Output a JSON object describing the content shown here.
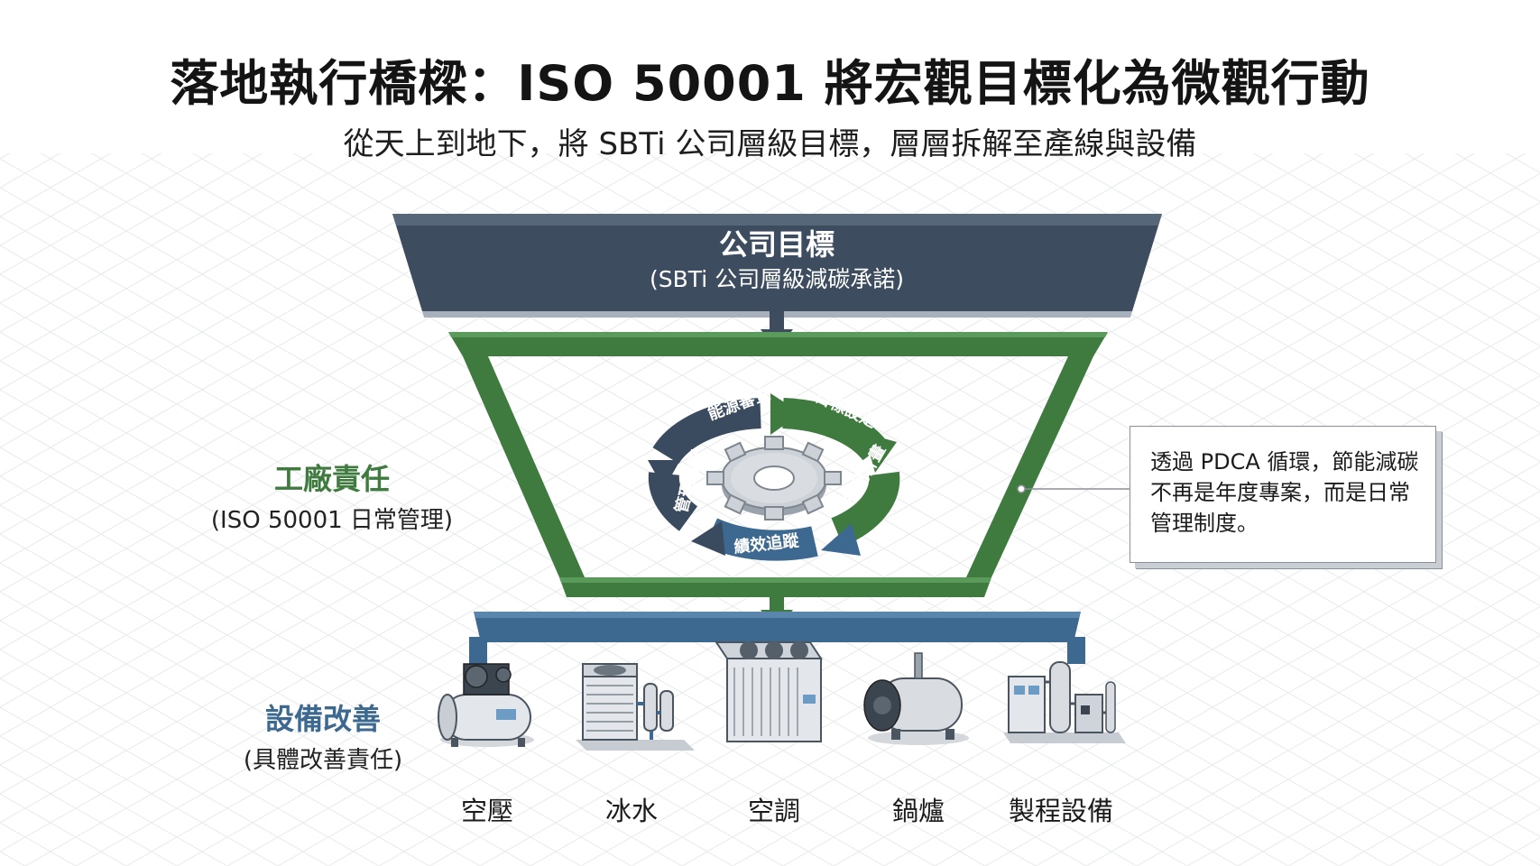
{
  "title": "落地執行橋樑：ISO 50001 將宏觀目標化為微觀行動",
  "subtitle": "從天上到地下，將 SBTi 公司層級目標，層層拆解至產線與設備",
  "levels": {
    "company": {
      "title": "公司目標",
      "subtitle": "(SBTi 公司層級減碳承諾)",
      "color": "#3d4d5f"
    },
    "factory": {
      "title": "工廠責任",
      "subtitle": "(ISO 50001 日常管理)",
      "color": "#3f7a3f"
    },
    "equipment": {
      "title": "設備改善",
      "subtitle": "(具體改善責任)",
      "color": "#3d6890"
    }
  },
  "pdca_cycle": [
    "能源審查",
    "目標設定",
    "行動計畫",
    "績效追蹤",
    "管理審查"
  ],
  "note": "透過 PDCA 循環，節能減碳不再是年度專案，而是日常管理制度。",
  "equipment": [
    {
      "label": "空壓",
      "icon": "air-compressor-icon"
    },
    {
      "label": "冰水",
      "icon": "chiller-icon"
    },
    {
      "label": "空調",
      "icon": "hvac-unit-icon"
    },
    {
      "label": "鍋爐",
      "icon": "boiler-icon"
    },
    {
      "label": "製程設備",
      "icon": "process-equipment-icon"
    }
  ]
}
